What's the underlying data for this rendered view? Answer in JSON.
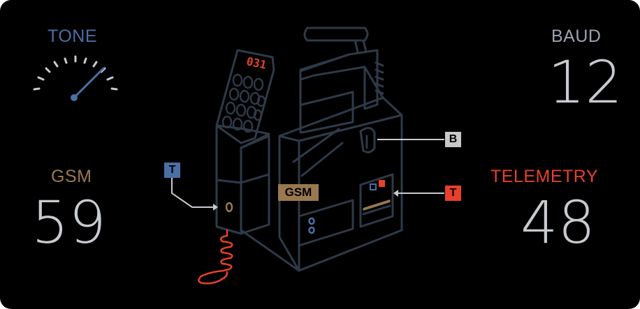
{
  "colors": {
    "background": "#000000",
    "tone": "#4a6fa5",
    "gsm": "#9a7850",
    "telemetry": "#e8402a",
    "baud": "#9aa3b0",
    "value": "#c7cbd0",
    "outline": "#2e3a48",
    "callout_b": "#c8c8c8"
  },
  "tone": {
    "label": "TONE",
    "gauge_level": 0.65
  },
  "baud": {
    "label": "BAUD",
    "value": "12"
  },
  "gsm": {
    "label": "GSM",
    "value": "59",
    "tag": "GSM"
  },
  "telemetry": {
    "label": "TELEMETRY",
    "value": "48"
  },
  "handset": {
    "display": "031"
  },
  "callouts": {
    "t_left": "T",
    "b": "B",
    "t_right": "T"
  }
}
